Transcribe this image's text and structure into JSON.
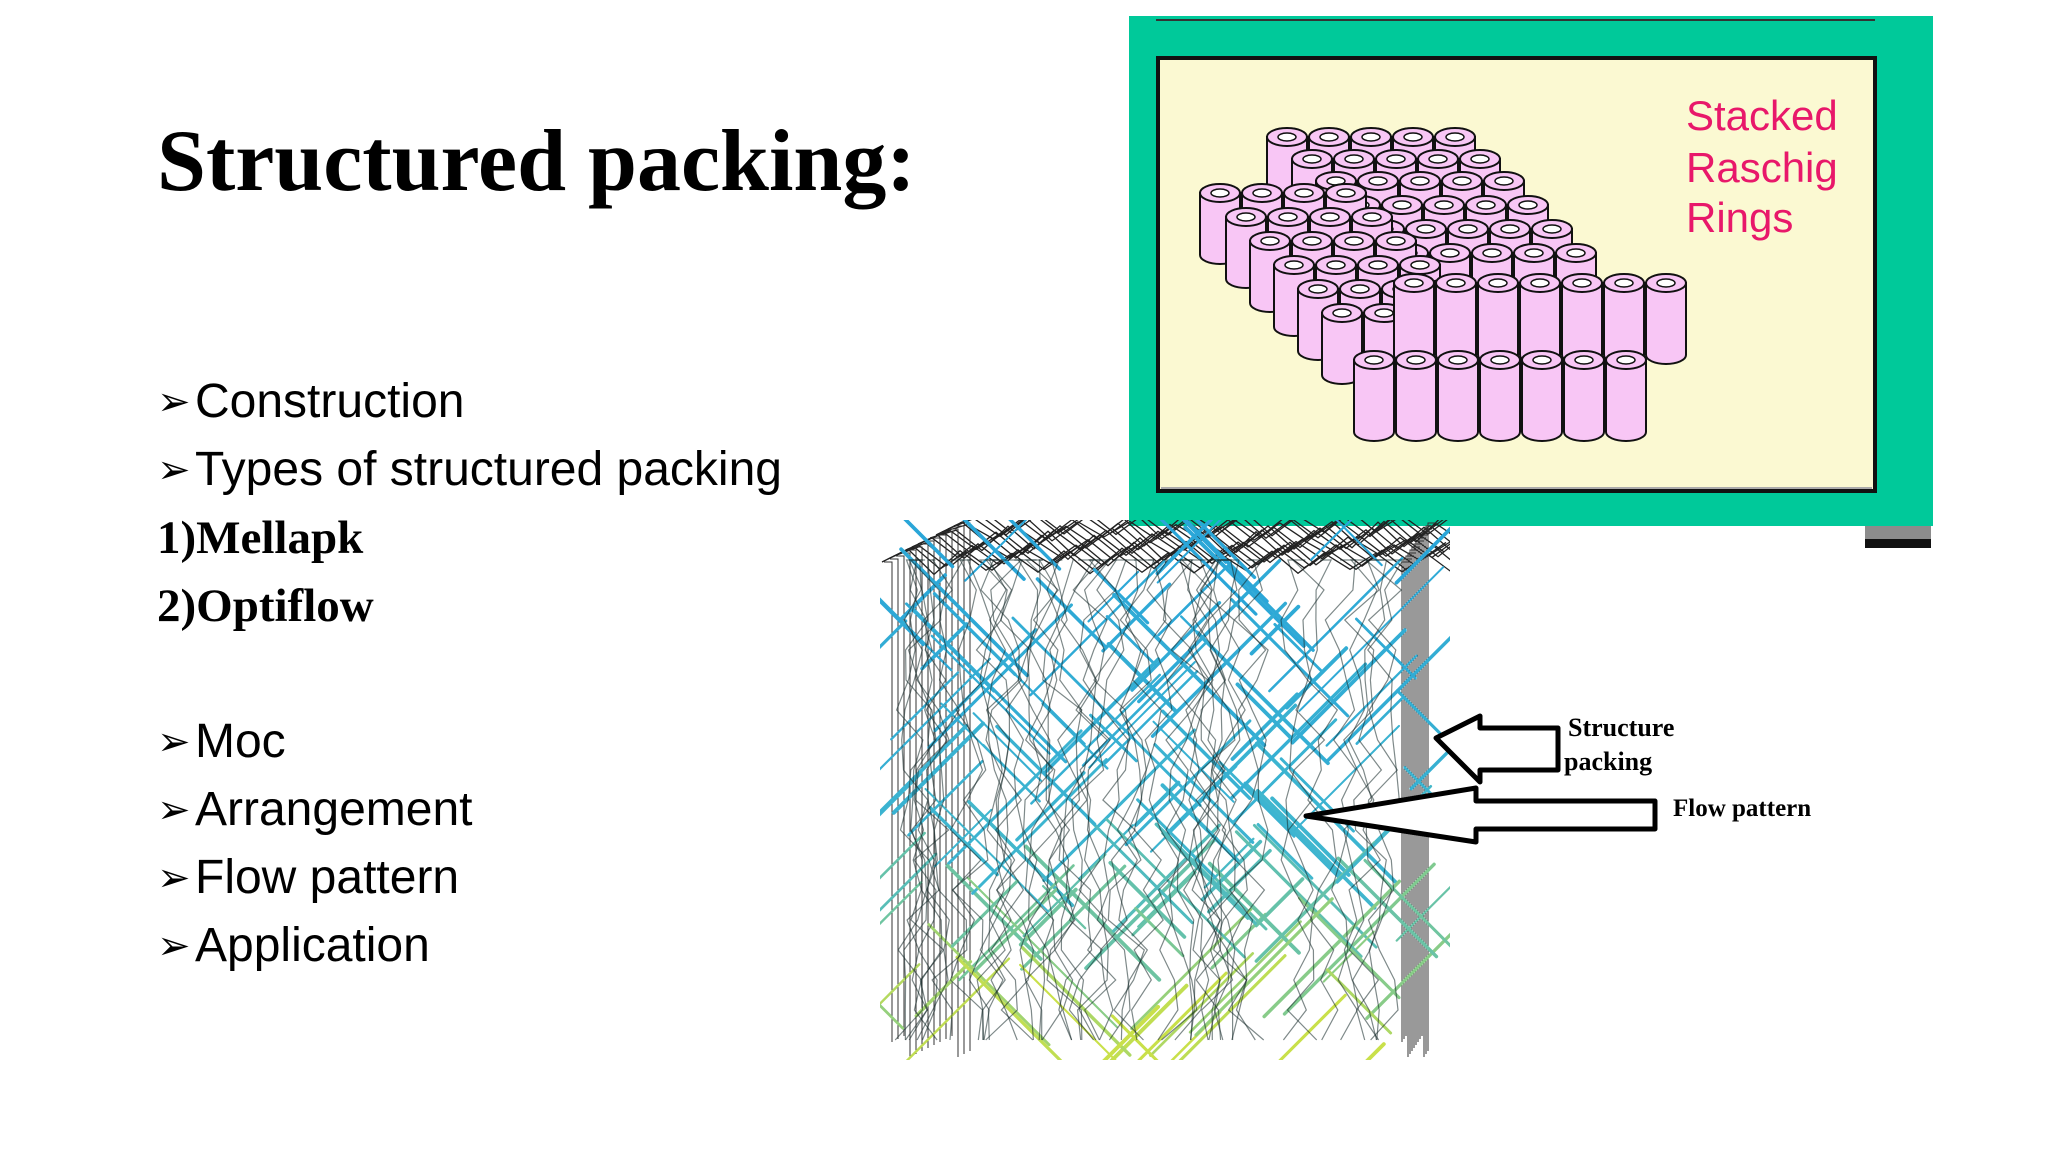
{
  "slide": {
    "title": "Structured packing:",
    "bullet_marker": "➢",
    "items": [
      {
        "text": "Construction",
        "style": "bullet"
      },
      {
        "text": "Types of structured packing",
        "style": "bullet"
      },
      {
        "text": "1)Mellapk",
        "style": "numbered"
      },
      {
        "text": "2)Optiflow",
        "style": "numbered"
      },
      {
        "text": "Moc",
        "style": "bullet"
      },
      {
        "text": "Arrangement",
        "style": "bullet"
      },
      {
        "text": "Flow pattern",
        "style": "bullet"
      },
      {
        "text": "Application",
        "style": "bullet"
      }
    ]
  },
  "raschig_figure": {
    "label_lines": [
      "Stacked",
      "Raschig",
      "Rings"
    ],
    "frame_color": "#00c99a",
    "background_color": "#fbf9d2",
    "ring_color": "#f8c6f5",
    "label_color": "#e8186a"
  },
  "packing_figure": {
    "structure_label_lines": [
      "Structure",
      "packing"
    ],
    "flow_label": "Flow pattern",
    "gradient_top_color": "#2aa6d8",
    "gradient_bottom_color": "#c9e04a"
  }
}
